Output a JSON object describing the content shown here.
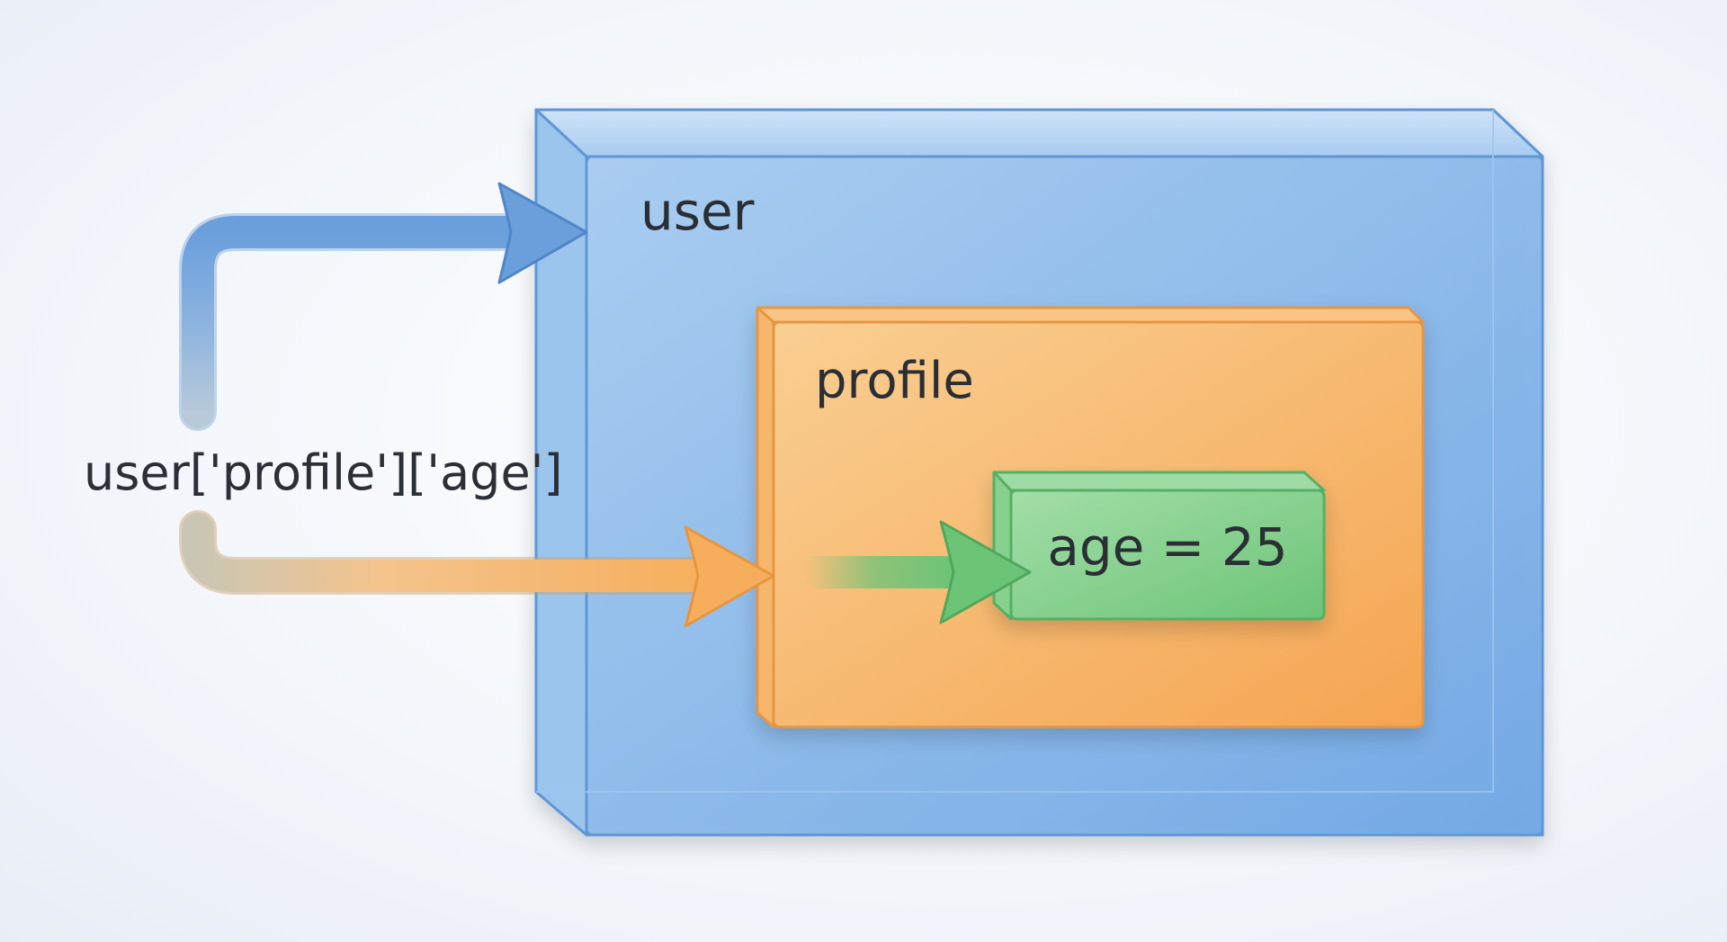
{
  "expression": "user['profile']['age']",
  "boxes": {
    "outer": {
      "label": "user",
      "color": "#7fb0e6",
      "edge": "#5f97d6"
    },
    "middle": {
      "label": "profile",
      "color": "#f7b066",
      "edge": "#e7963f"
    },
    "inner": {
      "label": "age = 25",
      "color": "#7fcf86",
      "edge": "#57b063"
    }
  },
  "arrows": {
    "to_user": {
      "color": "#6a9fdc"
    },
    "to_profile": {
      "color": "#f6b060"
    },
    "to_age": {
      "color": "#6cc477"
    }
  }
}
